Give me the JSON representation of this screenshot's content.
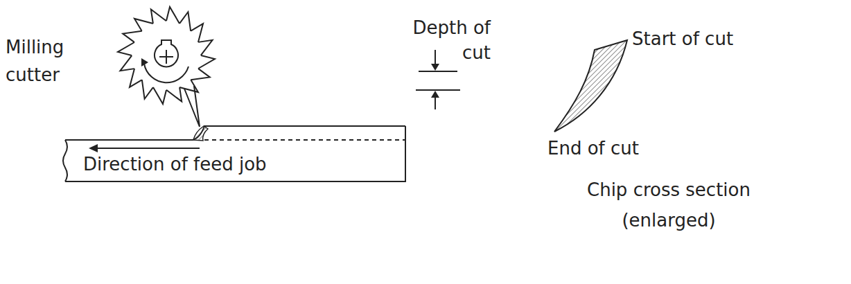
{
  "diagram": {
    "nodes": [
      {
        "text": [
          "Direction of feed job"
        ]
      }
    ],
    "labels": [
      "Milling cutter",
      "Depth of cut",
      "Start of cut",
      "End of cut",
      "Chip cross section (enlarged)"
    ]
  }
}
